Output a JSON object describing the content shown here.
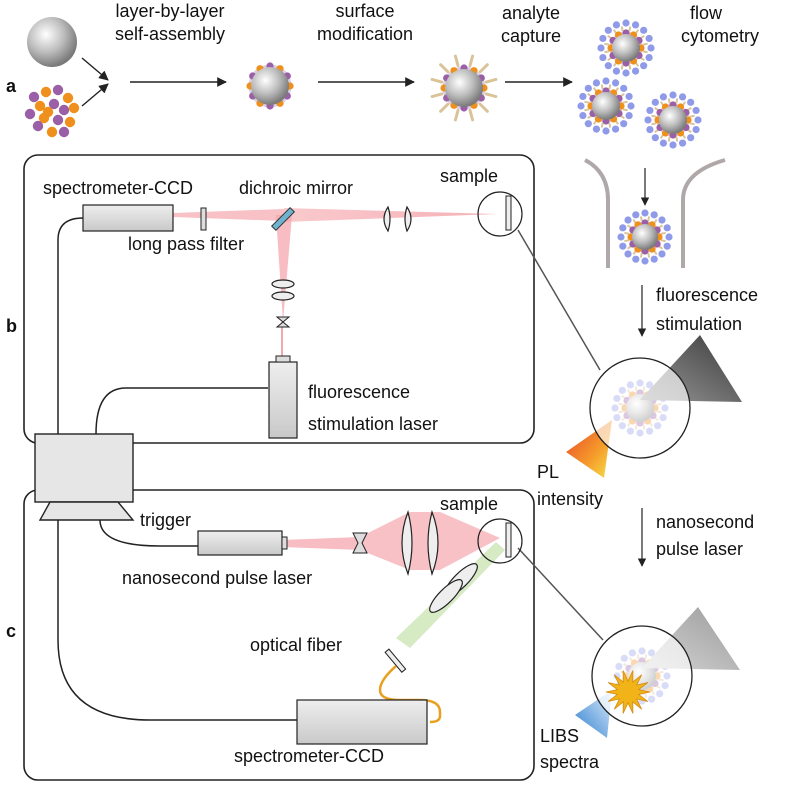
{
  "panels": {
    "a": "a",
    "b": "b",
    "c": "c"
  },
  "workflow": {
    "self_assembly": [
      "layer-by-layer",
      "self-assembly"
    ],
    "surface_modification": [
      "surface",
      "modification"
    ],
    "analyte_capture": [
      "analyte",
      "capture"
    ],
    "flow_cytometry": [
      "flow",
      "cytometry"
    ]
  },
  "setup_b": {
    "spectrometer": "spectrometer-CCD",
    "dichroic_mirror": "dichroic mirror",
    "sample": "sample",
    "long_pass_filter": "long pass filter",
    "laser": [
      "fluorescence",
      "stimulation laser"
    ]
  },
  "setup_c": {
    "trigger": "trigger",
    "sample": "sample",
    "laser": "nanosecond pulse laser",
    "optical_fiber": "optical fiber",
    "spectrometer": "spectrometer-CCD"
  },
  "right_column": {
    "fluorescence_stimulation": [
      "fluorescence",
      "stimulation"
    ],
    "pl_intensity": [
      "PL",
      "intensity"
    ],
    "nanosecond_pulse_laser": [
      "nanosecond",
      "pulse laser"
    ],
    "libs_spectra": [
      "LIBS",
      "spectra"
    ]
  },
  "colors": {
    "beam_red": "#f4a7ad",
    "beam_green": "#cfe6b8",
    "fiber_orange": "#e8a020",
    "dot_blue": "#8f9be8",
    "dot_orange": "#f0901c",
    "dot_purple": "#9b5fa8",
    "mirror_blue": "#6fb4cf"
  }
}
